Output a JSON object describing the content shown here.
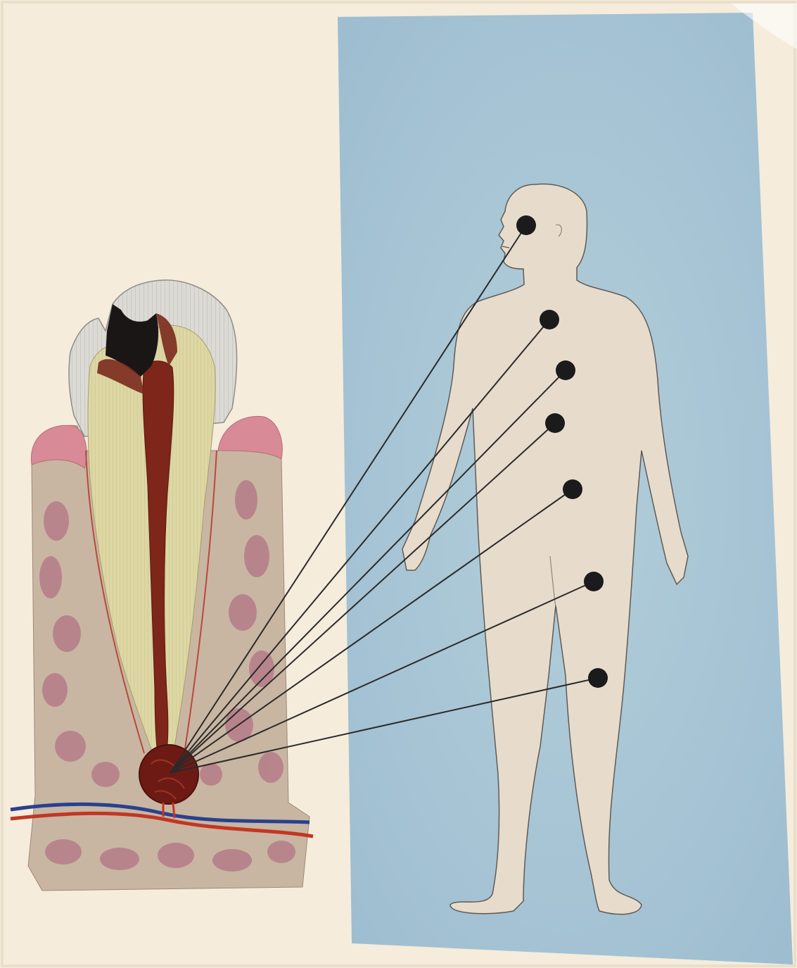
{
  "colors": {
    "paper": "#f5ecdc",
    "panel": "#a9c6d7",
    "figure": "#e7dccc",
    "figure_outline": "#5f5a54",
    "enamel": "#d9d7d1",
    "dentin": "#ddd7a4",
    "pulp": "#7a2418",
    "gum": "#d98995",
    "bone": "#c7b1a0",
    "bone_marrow": "#b47b86",
    "abscess": "#6e1a14",
    "artery": "#c23624",
    "vein": "#28418f",
    "dot": "#1c1b1b",
    "line": "#2b2a2a"
  },
  "icons": {
    "tooth": "tooth-cross-section-icon",
    "body": "human-figure-icon"
  },
  "target_dots": [
    {
      "name": "target-dot-head"
    },
    {
      "name": "target-dot-chest"
    },
    {
      "name": "target-dot-upper-abdomen"
    },
    {
      "name": "target-dot-mid-abdomen"
    },
    {
      "name": "target-dot-lower-abdomen"
    },
    {
      "name": "target-dot-hip"
    },
    {
      "name": "target-dot-knee"
    }
  ]
}
